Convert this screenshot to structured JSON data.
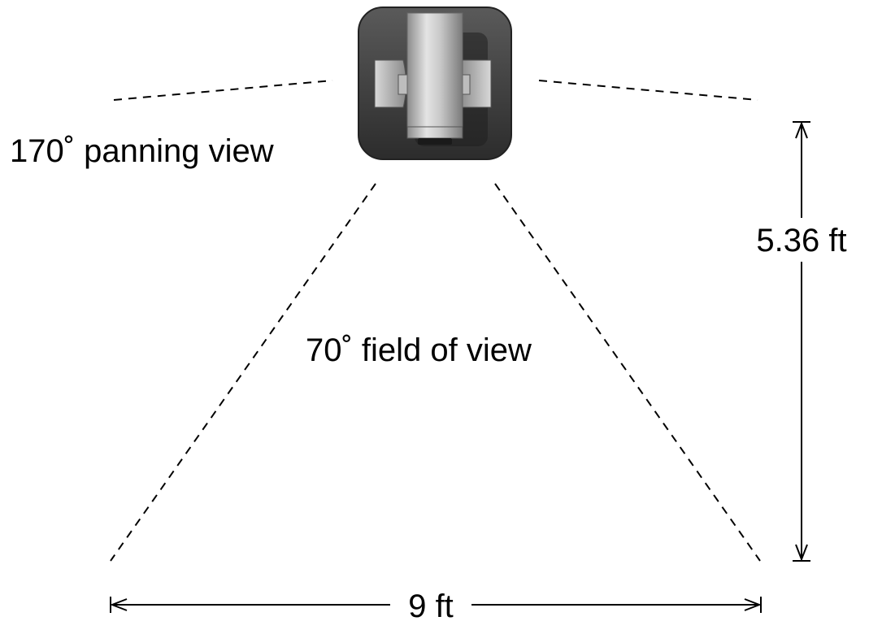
{
  "labels": {
    "panning_view": "170˚ panning view",
    "field_of_view": "70˚ field of view",
    "height": "5.36 ft",
    "width": "9 ft"
  },
  "colors": {
    "line": "#000000",
    "camera_case": "#3c3c3c",
    "camera_body": "#c9c9c9"
  },
  "icons": {
    "camera": "security-camera-icon"
  }
}
